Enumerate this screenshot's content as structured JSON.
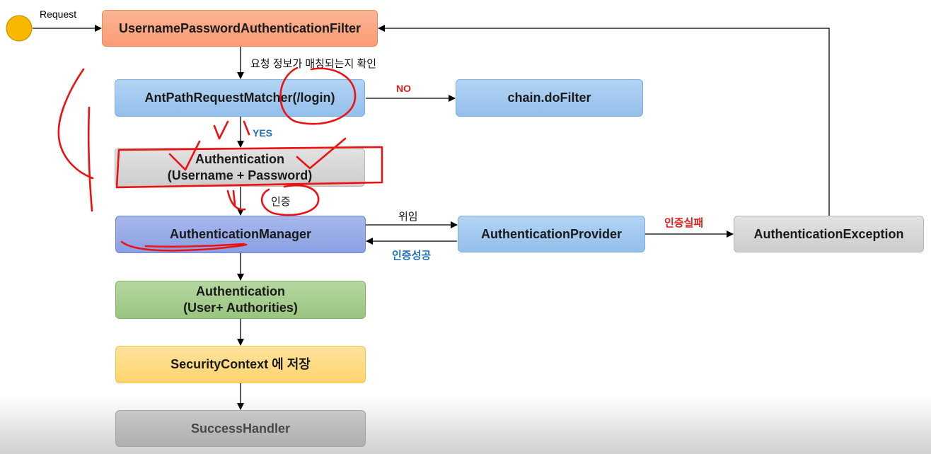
{
  "request_label": "Request",
  "nodes": {
    "filter": "UsernamePasswordAuthenticationFilter",
    "matcher": "AntPathRequestMatcher(/login)",
    "chain": "chain.doFilter",
    "auth_token_line1": "Authentication",
    "auth_token_line2": "(Username + Password)",
    "manager": "AuthenticationManager",
    "provider": "AuthenticationProvider",
    "exception": "AuthenticationException",
    "auth_result_line1": "Authentication",
    "auth_result_line2": "(User+ Authorities)",
    "context": "SecurityContext 에 저장",
    "success": "SuccessHandler"
  },
  "edge_labels": {
    "check_match": "요청 정보가 매칭되는지 확인",
    "no": "NO",
    "yes": "YES",
    "authenticate": "인증",
    "delegate": "위임",
    "auth_success": "인증성공",
    "auth_fail": "인증실패"
  },
  "colors": {
    "filter": "#f99c74",
    "blue_nodes": "#93bfeb",
    "gray_nodes": "#cdcdcd",
    "manager": "#8aa0e2",
    "auth_result": "#98c57f",
    "context": "#ffd46e",
    "success": "#b5b5b5",
    "request_circle": "#f8b800",
    "label_no": "#e0201b",
    "label_yes": "#1f6fb4",
    "label_success": "#1f6fb4",
    "label_fail": "#e0201b",
    "annotation": "#ee1111"
  }
}
